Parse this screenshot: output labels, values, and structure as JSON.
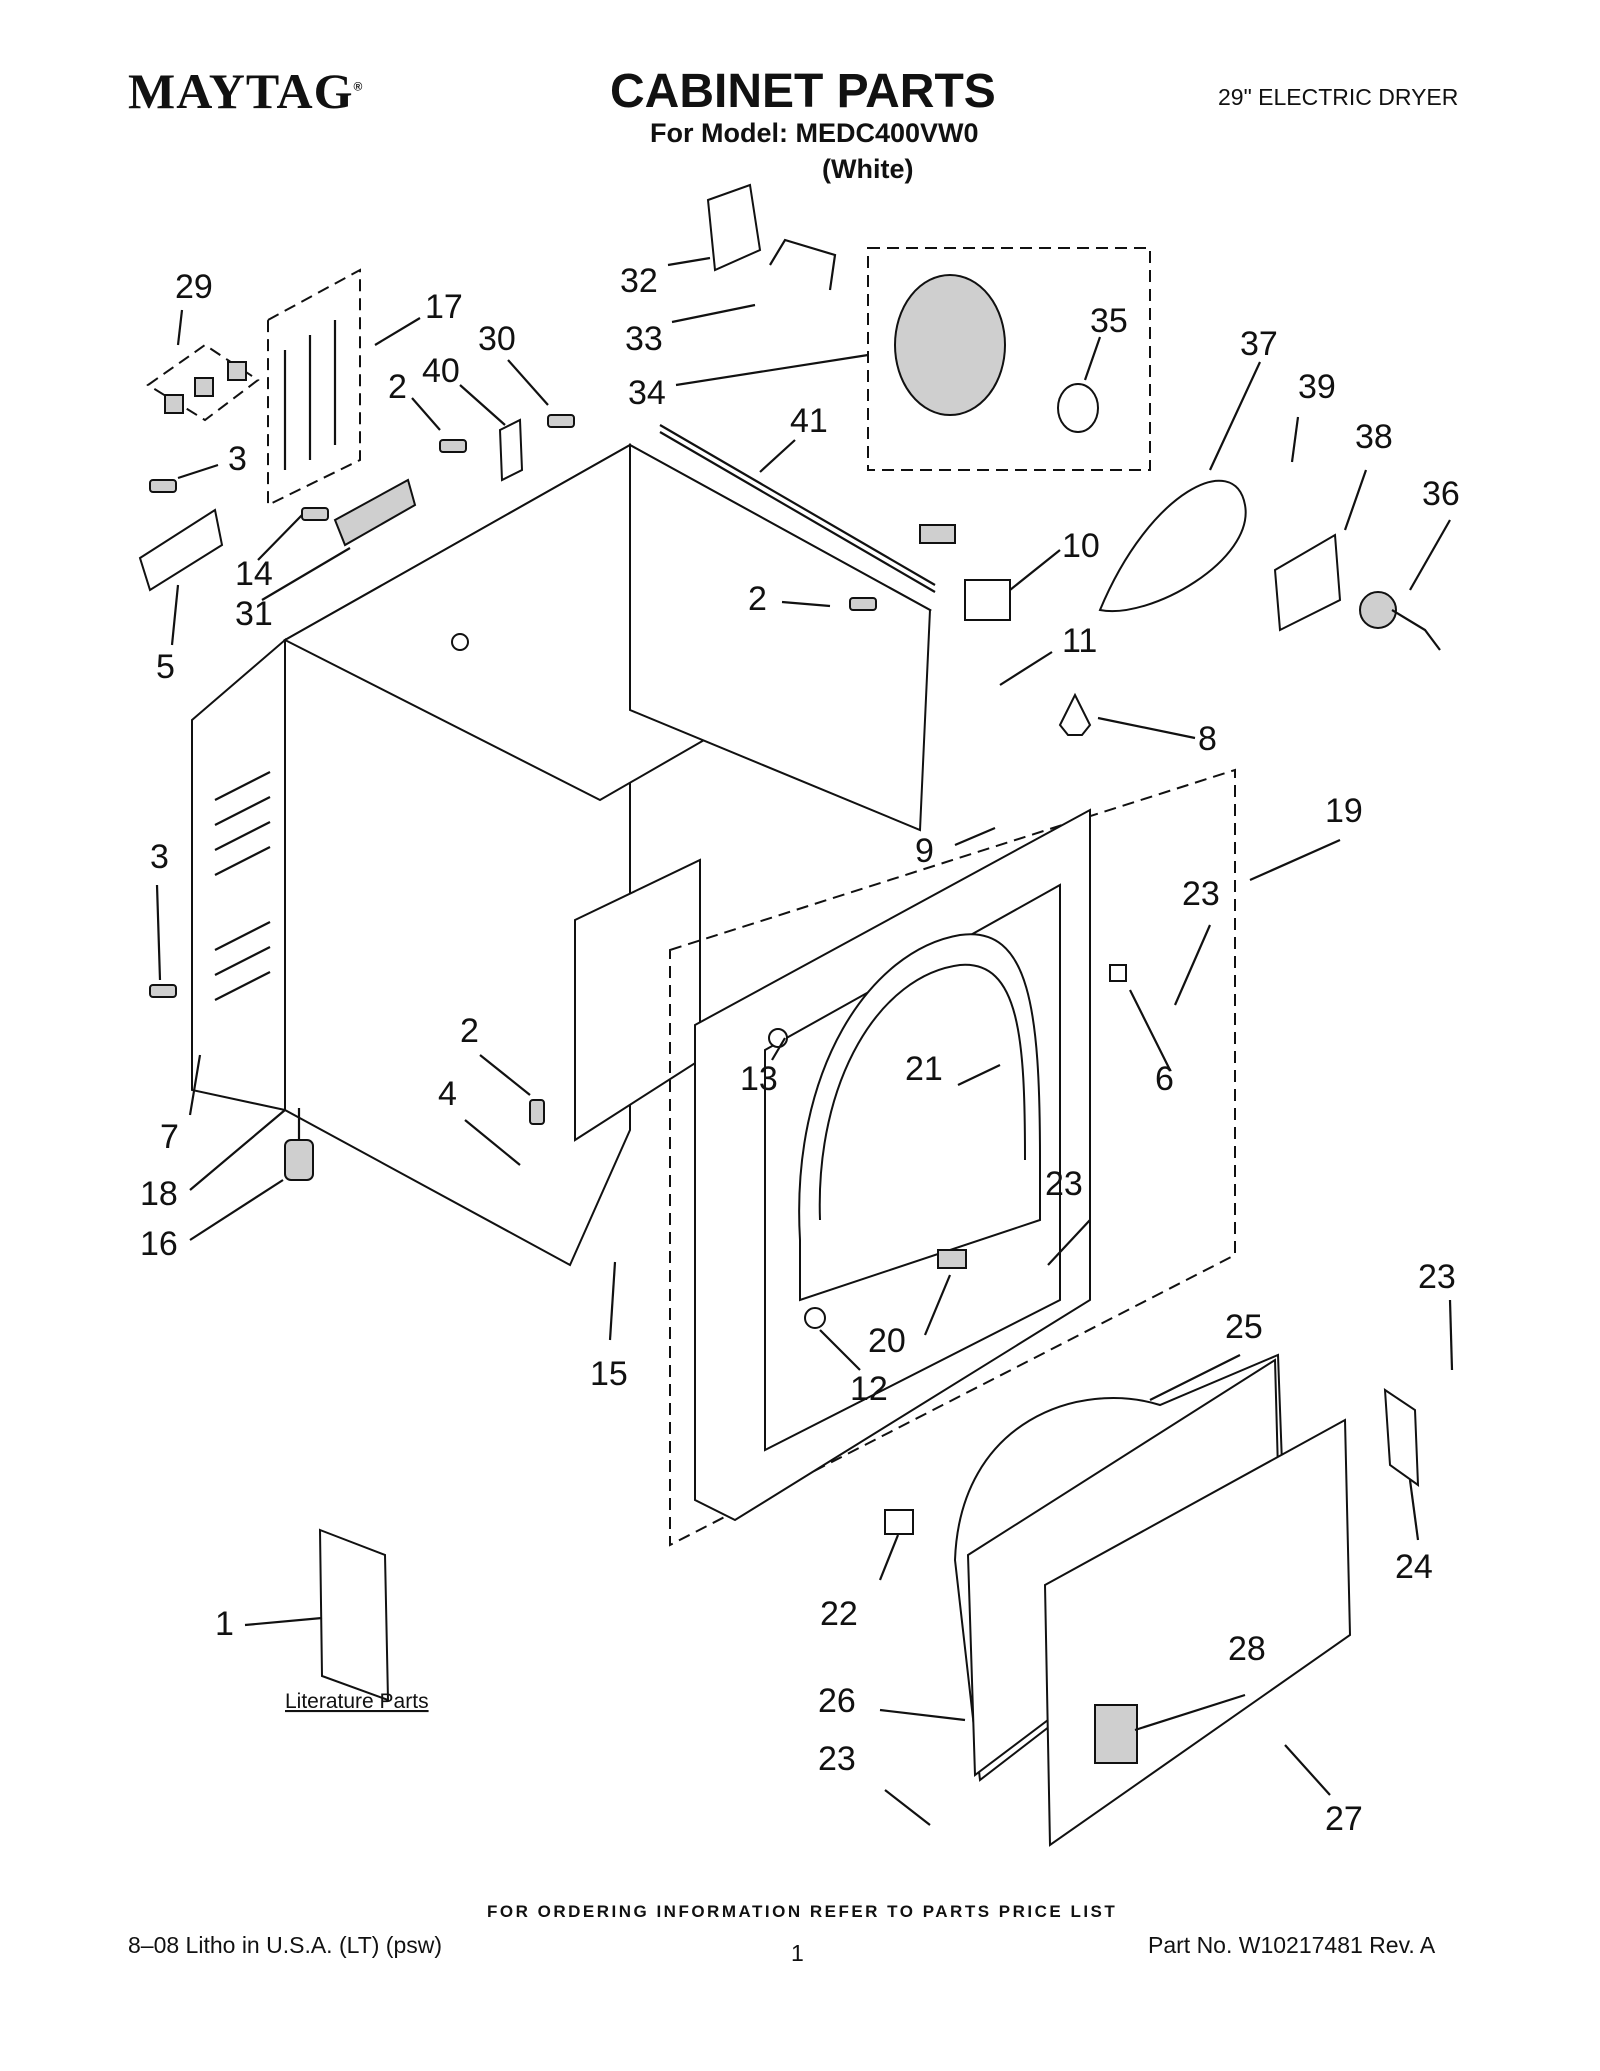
{
  "header": {
    "brand": "MAYTAG",
    "brand_mark": "®",
    "title": "CABINET PARTS",
    "model_line": "For Model: MEDC400VW0",
    "color_line": "(White)",
    "product": "29\" ELECTRIC DRYER"
  },
  "callouts": {
    "c1": "1",
    "c2a": "2",
    "c2b": "2",
    "c2c": "2",
    "c3a": "3",
    "c3b": "3",
    "c4": "4",
    "c5": "5",
    "c6": "6",
    "c7": "7",
    "c8": "8",
    "c9": "9",
    "c10": "10",
    "c11": "11",
    "c12": "12",
    "c13": "13",
    "c14": "14",
    "c15": "15",
    "c16": "16",
    "c17": "17",
    "c18": "18",
    "c19": "19",
    "c20": "20",
    "c21": "21",
    "c22": "22",
    "c23a": "23",
    "c23b": "23",
    "c23c": "23",
    "c23d": "23",
    "c24": "24",
    "c25": "25",
    "c26": "26",
    "c27": "27",
    "c28": "28",
    "c29": "29",
    "c30": "30",
    "c31": "31",
    "c32": "32",
    "c33": "33",
    "c34": "34",
    "c35": "35",
    "c36": "36",
    "c37": "37",
    "c38": "38",
    "c39": "39",
    "c40": "40",
    "c41": "41"
  },
  "literature_label": "Literature Parts",
  "footer": {
    "ordering_note": "FOR ORDERING INFORMATION REFER TO PARTS PRICE LIST",
    "litho": "8–08 Litho in U.S.A. (LT) (psw)",
    "page": "1",
    "part_no": "Part No. W10217481 Rev. A"
  }
}
